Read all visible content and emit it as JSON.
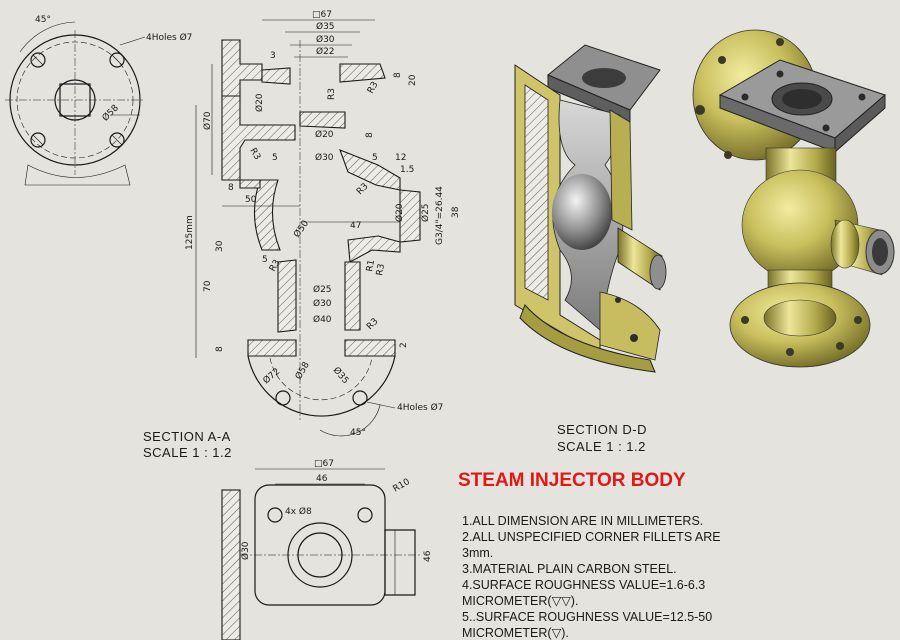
{
  "title": "STEAM INJECTOR BODY",
  "colors": {
    "title": "#e01818",
    "model_body": "#b4aa52",
    "model_metal": "#9e9e9e",
    "background": "#e4e3de"
  },
  "views": {
    "section_aa": {
      "name": "SECTION A-A",
      "scale": "SCALE 1 : 1.2"
    },
    "section_dd": {
      "name": "SECTION D-D",
      "scale": "SCALE 1 : 1.2"
    }
  },
  "notes": [
    "1.ALL DIMENSION ARE IN MILLIMETERS.",
    "2.ALL UNSPECIFIED CORNER FILLETS ARE",
    "3mm.",
    "3.MATERIAL PLAIN CARBON STEEL.",
    "4.SURFACE ROUGHNESS VALUE=1.6-6.3",
    "MICROMETER(▽▽).",
    "5..SURFACE ROUGHNESS VALUE=12.5-50",
    "MICROMETER(▽)."
  ],
  "dims": {
    "top_left": {
      "angle": "45°",
      "holes": "4Holes Ø7",
      "pcd": "Ø58"
    },
    "section": {
      "d67": "□67",
      "d35": "Ø35",
      "d30": "Ø30",
      "d22": "Ø22",
      "d3": "3",
      "d8r": "8",
      "d20r": "20",
      "d20a": "Ø20",
      "r3a": "R3",
      "r3b": "R3",
      "d70": "Ø70",
      "d20b": "Ø20",
      "d8r2": "8",
      "r3c": "R3",
      "d5a": "5",
      "d30b": "Ø30",
      "d5b": "5",
      "d12": "12",
      "d15": "1.5",
      "d8l": "8",
      "d50": "50",
      "r3d": "R3",
      "d47": "47",
      "d20c": "Ø20",
      "d25": "Ø25",
      "g34": "G3/4\"=26.44",
      "d38": "38",
      "d125": "125mm",
      "d30l": "30",
      "d50b": "Ø50",
      "d5c": "5",
      "r3e": "R3",
      "r1": "R1",
      "r3f": "R3",
      "d25b": "Ø25",
      "d70b": "70",
      "d30c": "Ø30",
      "d40": "Ø40",
      "r3g": "R3",
      "d8b": "8",
      "d2": "2"
    },
    "bottom_flange": {
      "d72": "Ø72",
      "d58": "Ø58",
      "d35": "Ø35",
      "holes": "4Holes Ø7",
      "angle": "45°"
    },
    "bottom_view": {
      "d67": "□67",
      "d46": "46",
      "r10": "R10",
      "holes": "4x Ø8",
      "d30": "Ø30",
      "d46v": "46"
    }
  }
}
